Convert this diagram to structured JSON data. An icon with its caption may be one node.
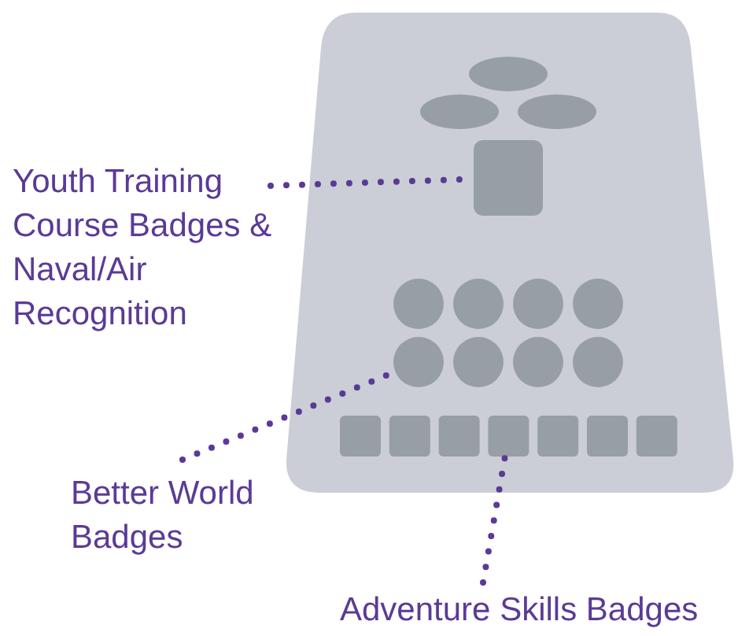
{
  "diagram": {
    "nodes": [
      {
        "text": [
          "Youth Training Course Badges & Naval/Air Recognition"
        ]
      },
      {
        "text": [
          "Better World Badges"
        ]
      },
      {
        "text": [
          "Adventure Skills Badges"
        ]
      },
      {
        "text": [],
        "shape": "ellipse"
      },
      {
        "text": [],
        "shape": "ellipse"
      },
      {
        "text": [],
        "shape": "ellipse"
      },
      {
        "text": [],
        "shape": "box"
      },
      {
        "text": [],
        "shape": "circle"
      },
      {
        "text": [],
        "shape": "circle"
      },
      {
        "text": [],
        "shape": "circle"
      },
      {
        "text": [],
        "shape": "circle"
      },
      {
        "text": [],
        "shape": "circle"
      },
      {
        "text": [],
        "shape": "circle"
      },
      {
        "text": [],
        "shape": "circle"
      },
      {
        "text": [],
        "shape": "circle"
      },
      {
        "text": [],
        "shape": "box"
      },
      {
        "text": [],
        "shape": "box"
      },
      {
        "text": [],
        "shape": "box"
      },
      {
        "text": [],
        "shape": "box"
      },
      {
        "text": [],
        "shape": "box"
      },
      {
        "text": [],
        "shape": "box"
      },
      {
        "text": [],
        "shape": "box"
      }
    ],
    "edges": [
      {
        "from": 0,
        "to": 6,
        "arrow": "none"
      },
      {
        "from": 1,
        "to": 11,
        "arrow": "none"
      },
      {
        "from": 2,
        "to": 18,
        "arrow": "none"
      }
    ]
  }
}
